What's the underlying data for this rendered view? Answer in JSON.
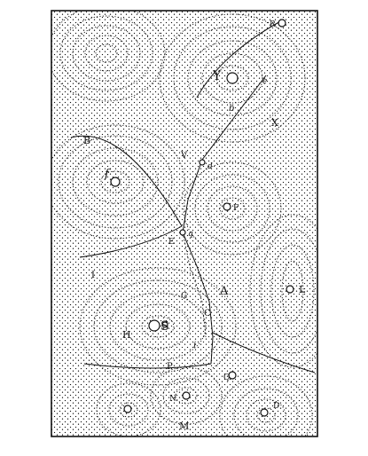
{
  "figure": {
    "labels": {
      "Y": "Y",
      "b": "b",
      "e_top": "e",
      "R": "R",
      "X": "X",
      "B": "B",
      "f_vortex": "f",
      "V": "V",
      "d": "d",
      "F": "F",
      "E": "E",
      "q": "q",
      "I": "I",
      "A": "A",
      "C": "C",
      "L": "L",
      "S": "S",
      "H": "H",
      "G": "G",
      "i": "i",
      "P": "P",
      "Q": "Q",
      "N": "N",
      "M": "M",
      "D": "D"
    },
    "colors": {
      "ink": "#111111",
      "paper": "#ffffff"
    }
  }
}
